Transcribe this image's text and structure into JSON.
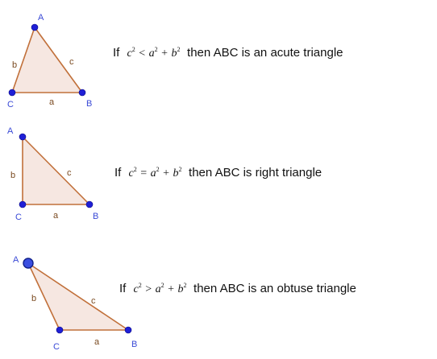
{
  "triangles": [
    {
      "vertex_labels": {
        "a": "A",
        "b": "B",
        "c": "C"
      },
      "side_labels": {
        "a": "a",
        "b": "b",
        "c": "c"
      },
      "statement": {
        "if_word": "If",
        "lhs": "c",
        "op": "<",
        "rhs_1": "a",
        "plus": "+",
        "rhs_2": "b",
        "exp": "2",
        "conclusion": "then ABC is an acute triangle"
      }
    },
    {
      "vertex_labels": {
        "a": "A",
        "b": "B",
        "c": "C"
      },
      "side_labels": {
        "a": "a",
        "b": "b",
        "c": "c"
      },
      "statement": {
        "if_word": "If",
        "lhs": "c",
        "op": "=",
        "rhs_1": "a",
        "plus": "+",
        "rhs_2": "b",
        "exp": "2",
        "conclusion": "then ABC is right triangle"
      }
    },
    {
      "vertex_labels": {
        "a": "A",
        "b": "B",
        "c": "C"
      },
      "side_labels": {
        "a": "a",
        "b": "b",
        "c": "c"
      },
      "statement": {
        "if_word": "If",
        "lhs": "c",
        "op": ">",
        "rhs_1": "a",
        "plus": "+",
        "rhs_2": "b",
        "exp": "2",
        "conclusion": "then ABC is an obtuse triangle"
      }
    }
  ],
  "colors": {
    "triangle_fill": "#f6e7e1",
    "triangle_stroke": "#c1703a",
    "vertex_point": "#1f1fd6",
    "vertex_label": "#3a4ad6",
    "side_label": "#7a4a20",
    "text": "#111111"
  }
}
